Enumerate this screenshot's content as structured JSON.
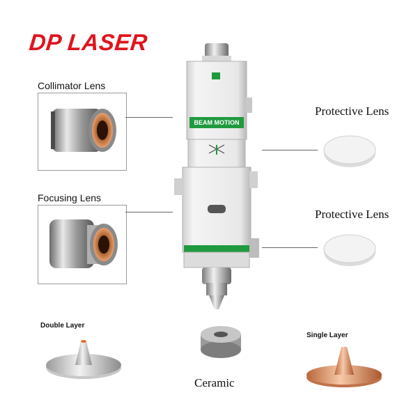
{
  "brand": {
    "logo_text": "DP LASER",
    "color": "#e0141e"
  },
  "head": {
    "badge_text": "BEAM MOTION",
    "accent_color": "#1f9a3e"
  },
  "parts": {
    "collimator_lens": "Collimator Lens",
    "focusing_lens": "Focusing Lens",
    "protective_lens_top": "Protective Lens",
    "protective_lens_bottom": "Protective Lens",
    "double_layer": "Double Layer",
    "ceramic": "Ceramic",
    "single_layer": "Single Layer"
  }
}
